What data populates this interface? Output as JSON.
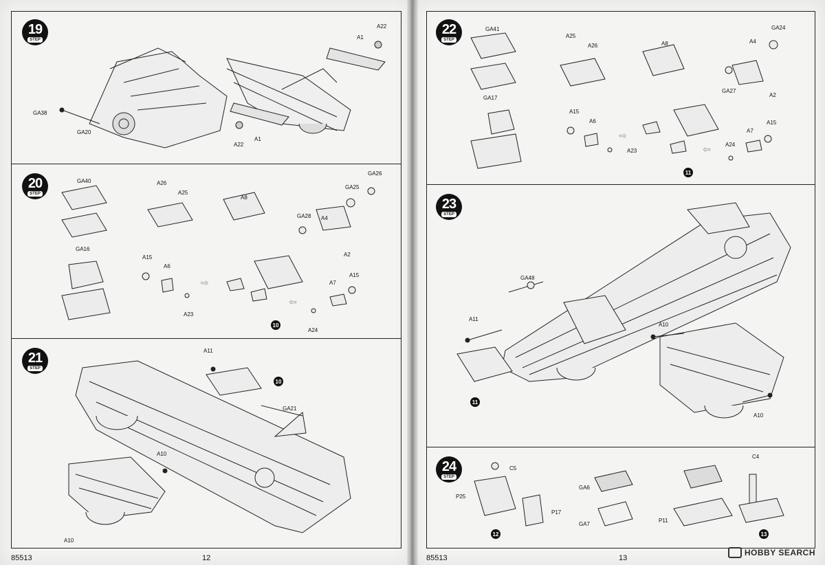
{
  "document": {
    "left_page_number": "12",
    "right_page_number": "13",
    "kit_code_left": "85513",
    "kit_code_right": "85513",
    "watermark": "HOBBY SEARCH"
  },
  "steps": [
    {
      "number": "19",
      "step_label": "STEP",
      "parts": [
        "A22",
        "A1",
        "GA38",
        "GA20",
        "A22",
        "A1"
      ]
    },
    {
      "number": "20",
      "step_label": "STEP",
      "parts": [
        "GA40",
        "GA16",
        "A26",
        "A25",
        "A8",
        "GA25",
        "GA26",
        "GA28",
        "A4",
        "A2",
        "A15",
        "A6",
        "A23",
        "A7",
        "A15",
        "A24"
      ],
      "refs": [
        "10"
      ]
    },
    {
      "number": "21",
      "step_label": "STEP",
      "parts": [
        "A11",
        "GA21",
        "A10",
        "A10"
      ],
      "refs": [
        "10"
      ]
    },
    {
      "number": "22",
      "step_label": "STEP",
      "parts": [
        "GA41",
        "GA17",
        "A25",
        "A26",
        "A8",
        "GA24",
        "A4",
        "GA27",
        "A2",
        "A15",
        "A6",
        "A23",
        "A7",
        "A15",
        "A24"
      ],
      "refs": [
        "11"
      ]
    },
    {
      "number": "23",
      "step_label": "STEP",
      "parts": [
        "GA48",
        "A11",
        "A10",
        "A10"
      ],
      "refs": [
        "11"
      ]
    },
    {
      "number": "24",
      "step_label": "STEP",
      "parts": [
        "C5",
        "P25",
        "P17",
        "GA6",
        "GA7",
        "P11",
        "C4"
      ],
      "refs": [
        "12",
        "13"
      ]
    }
  ]
}
